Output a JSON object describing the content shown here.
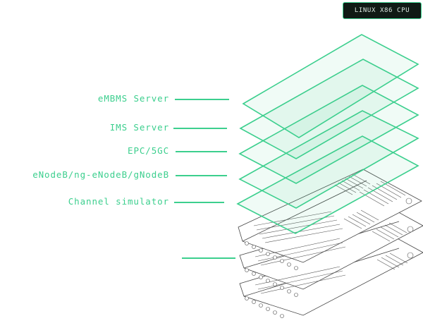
{
  "badge": {
    "label": "LINUX X86 CPU"
  },
  "layers": [
    {
      "label": "eMBMS Server"
    },
    {
      "label": "IMS Server"
    },
    {
      "label": "EPC/5GC"
    },
    {
      "label": "eNodeB/ng-eNodeB/gNodeB"
    },
    {
      "label": "Channel simulator"
    }
  ],
  "colors": {
    "accent": "#3ccf8e",
    "badge_bg": "#101a15",
    "badge_text": "#dce8e1",
    "hardware_line": "#444444"
  }
}
